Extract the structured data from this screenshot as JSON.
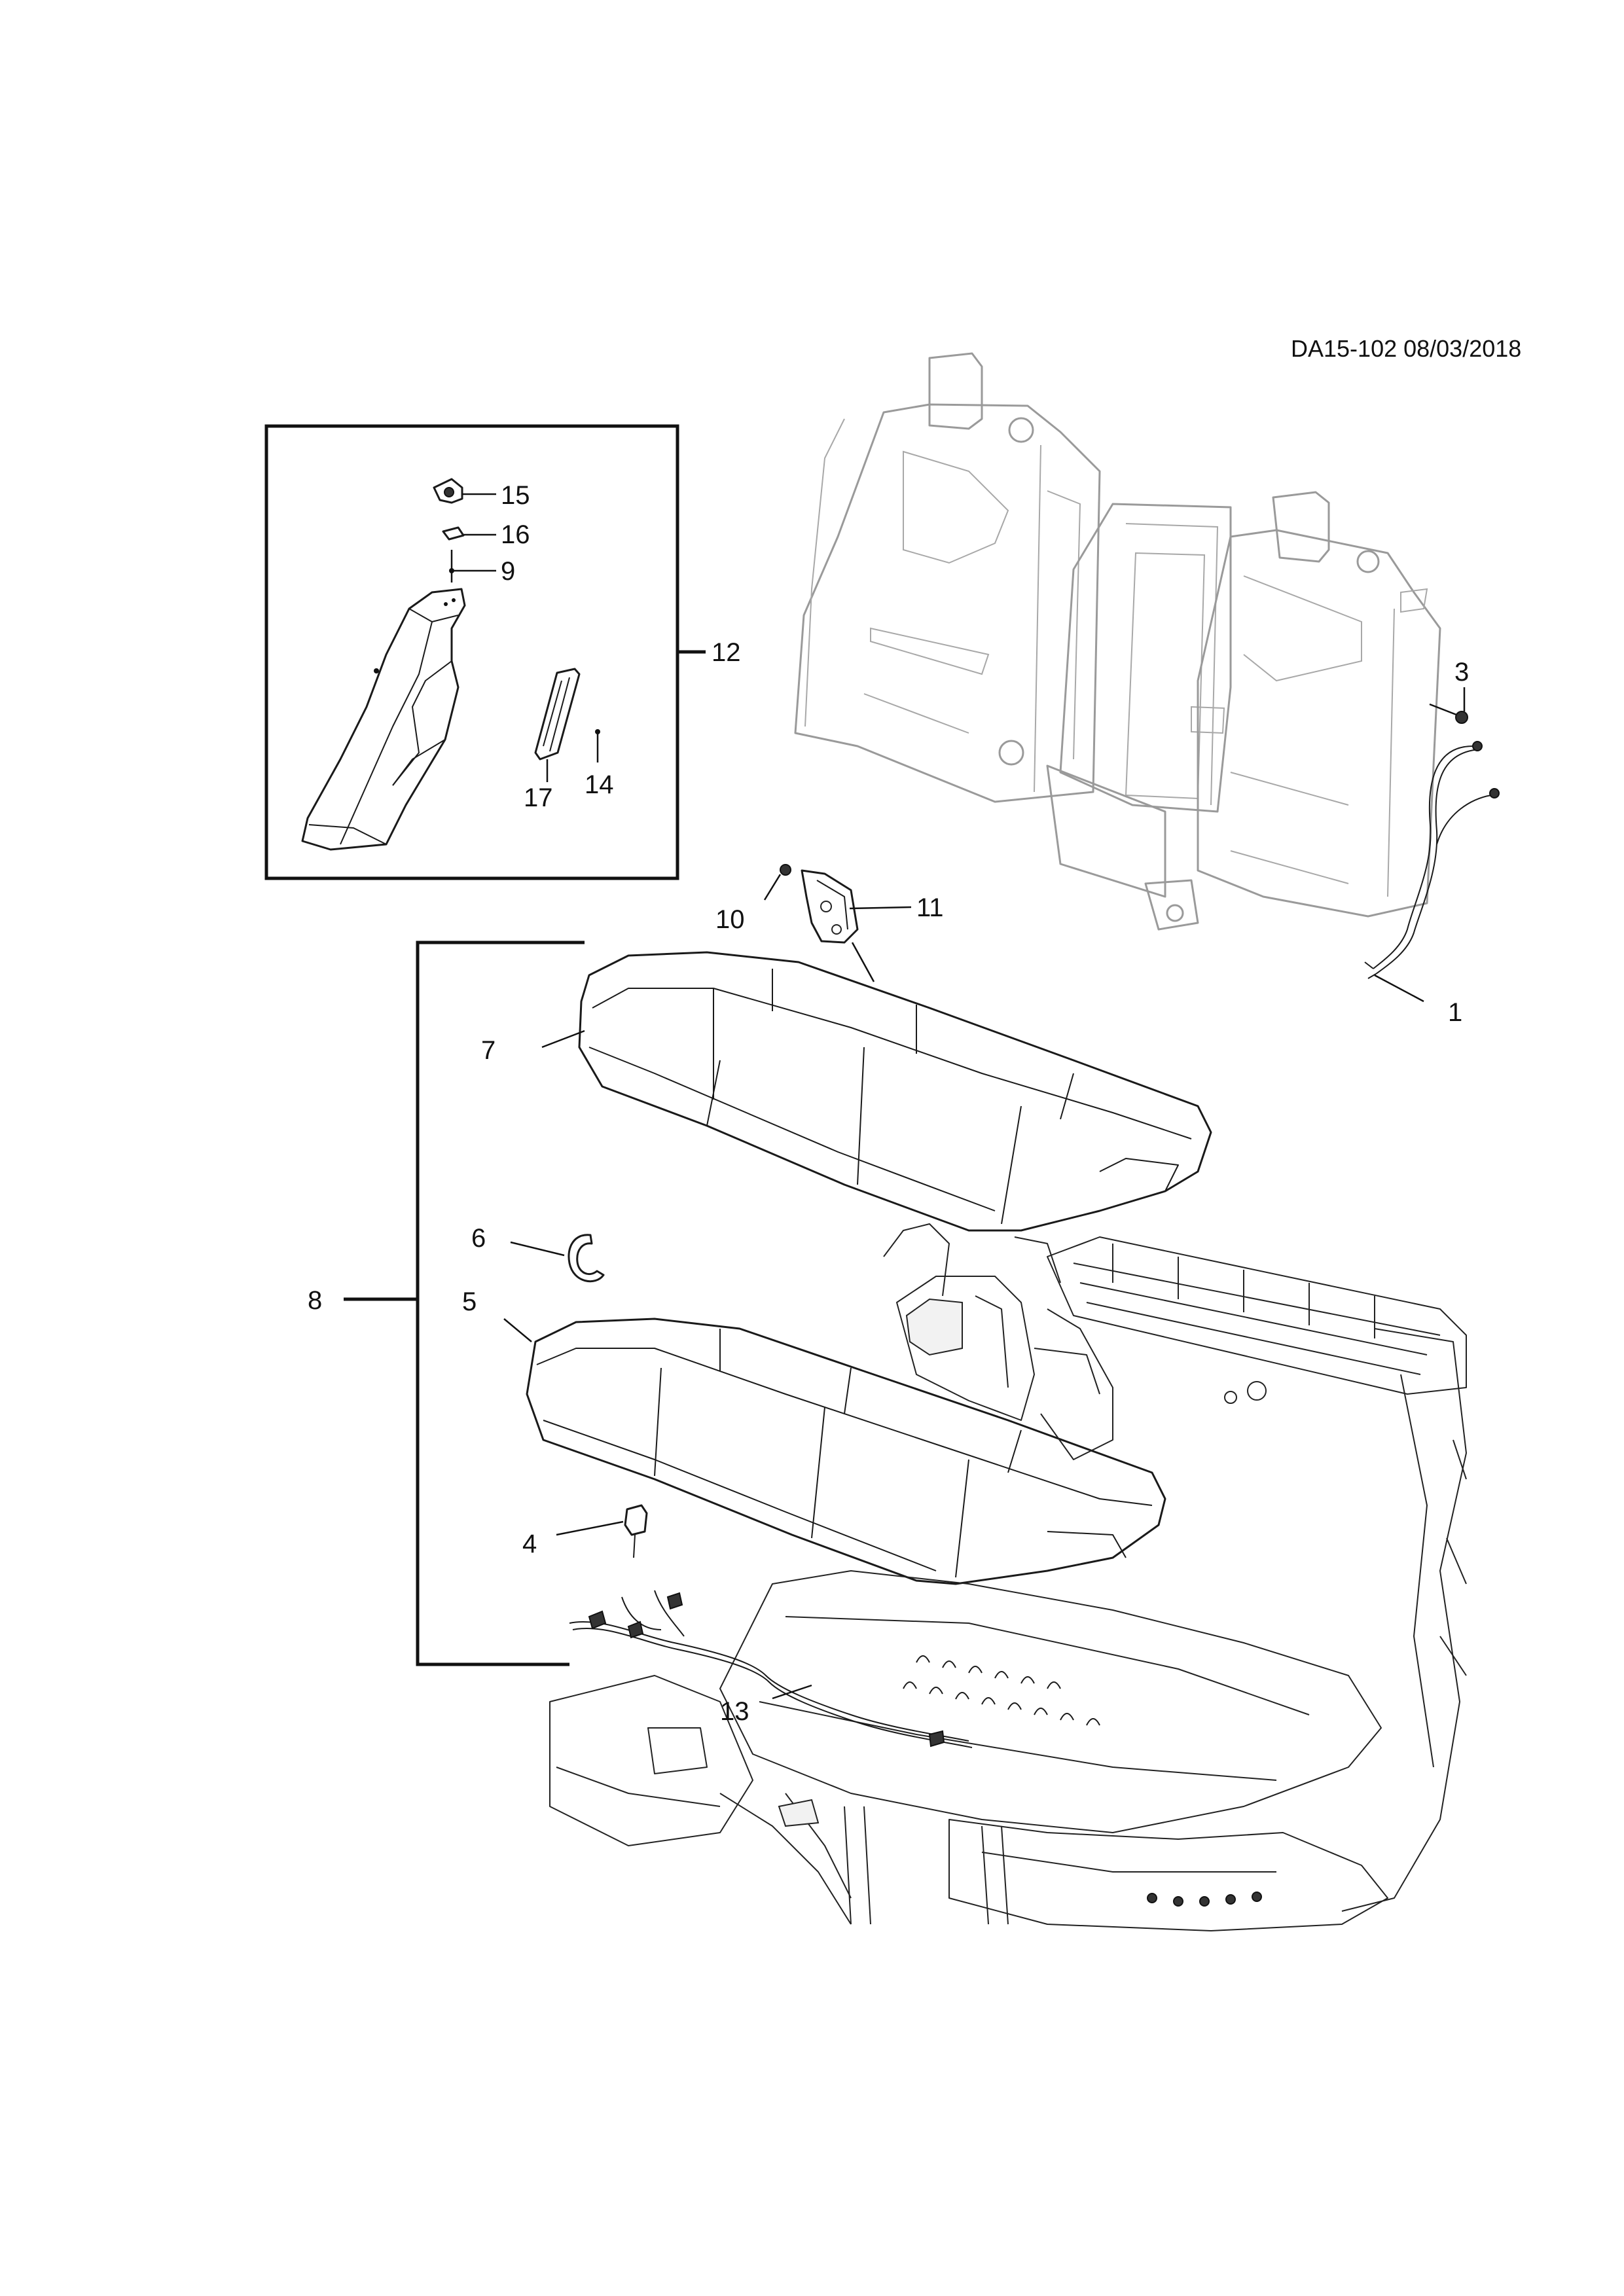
{
  "document": {
    "id_date": "DA15-102 08/03/2018"
  },
  "inset_box": {
    "label": "12"
  },
  "callouts": {
    "c1": "1",
    "c3": "3",
    "c4": "4",
    "c5": "5",
    "c6": "6",
    "c7": "7",
    "c8": "8",
    "c9": "9",
    "c10": "10",
    "c11": "11",
    "c12": "12",
    "c13": "13",
    "c14": "14",
    "c15": "15",
    "c16": "16",
    "c17": "17"
  }
}
